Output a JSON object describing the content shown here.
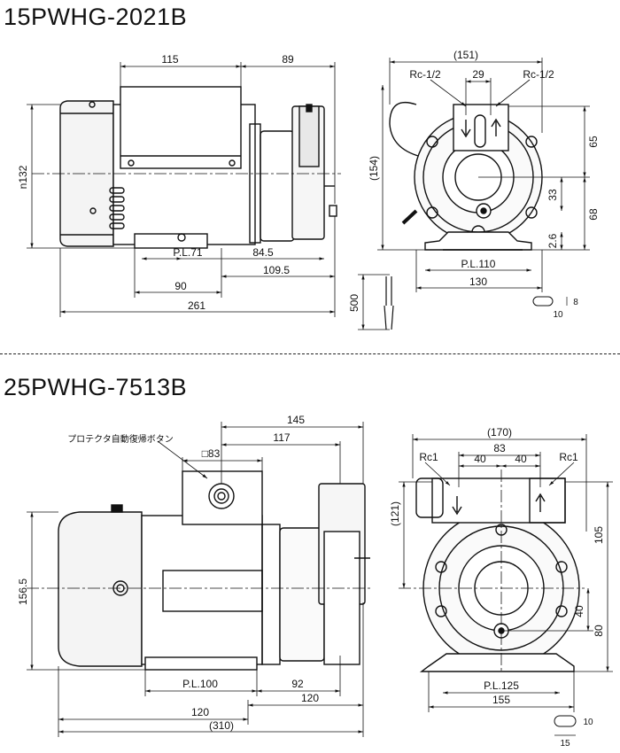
{
  "titles": {
    "model1": "15PWHG-2021B",
    "model2": "25PWHG-7513B"
  },
  "drawing1": {
    "dims": {
      "d115": "115",
      "d89": "89",
      "n132": "n132",
      "pl71": "P.L.71",
      "d84_5": "84.5",
      "d109_5": "109.5",
      "d90": "90",
      "d261": "261",
      "d151": "(151)",
      "rc_left": "Rc-1/2",
      "rc_right": "Rc-1/2",
      "d29": "29",
      "d154": "(154)",
      "d65": "65",
      "d33": "33",
      "d68": "68",
      "d2_6": "2.6",
      "pl110": "P.L.110",
      "d130": "130",
      "d500": "500",
      "d8": "8",
      "d10": "10"
    }
  },
  "drawing2": {
    "dims": {
      "protector": "プロテクタ自動復帰ボタン",
      "sq83": "□83",
      "d145": "145",
      "d117": "117",
      "d156_5": "156.5",
      "pl100": "P.L.100",
      "d92": "92",
      "d120a": "120",
      "d120b": "120",
      "d310": "(310)",
      "d170": "(170)",
      "d83": "83",
      "d40a": "40",
      "d40b": "40",
      "rc1_left": "Rc1",
      "rc1_right": "Rc1",
      "d121": "(121)",
      "d105": "105",
      "d40c": "40",
      "d80": "80",
      "pl125": "P.L.125",
      "d155": "155",
      "d10b": "10",
      "d15": "15"
    }
  }
}
